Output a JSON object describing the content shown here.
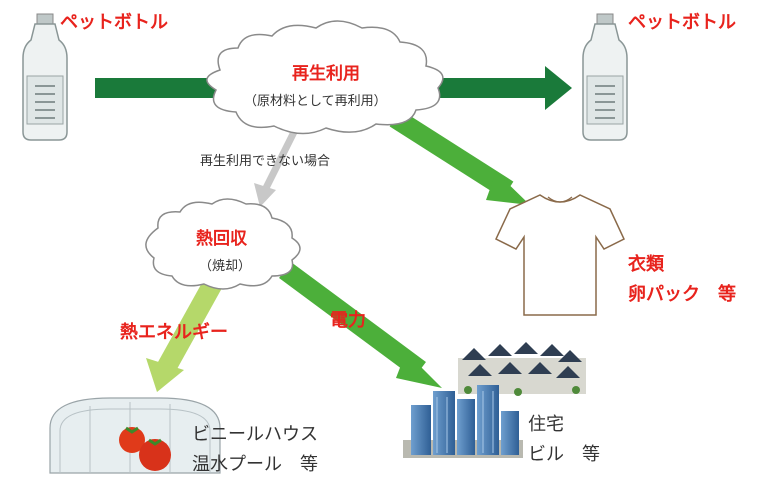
{
  "labels": {
    "bottle_left": "ペットボトル",
    "bottle_right": "ペットボトル",
    "recycle_title": "再生利用",
    "recycle_sub": "（原材料として再利用）",
    "cannot_recycle": "再生利用できない場合",
    "heat_title": "熱回収",
    "heat_sub": "（焼却）",
    "clothing_line1": "衣類",
    "clothing_line2": "卵パック　等",
    "heat_energy": "熱エネルギー",
    "electricity": "電力",
    "greenhouse_line1": "ビニールハウス",
    "greenhouse_line2": "温水プール　等",
    "housing_line1": "住宅",
    "housing_line2": "ビル　等"
  },
  "colors": {
    "accent_red": "#e8231d",
    "arrow_dark_green": "#1a7a3a",
    "arrow_green": "#4caf3a",
    "arrow_light_green": "#b5d86a",
    "arrow_gray": "#c8c8c8"
  },
  "icons": [
    "bottle-icon",
    "tshirt-icon",
    "greenhouse-icon",
    "tomato-icon",
    "houses-icon",
    "buildings-icon"
  ]
}
